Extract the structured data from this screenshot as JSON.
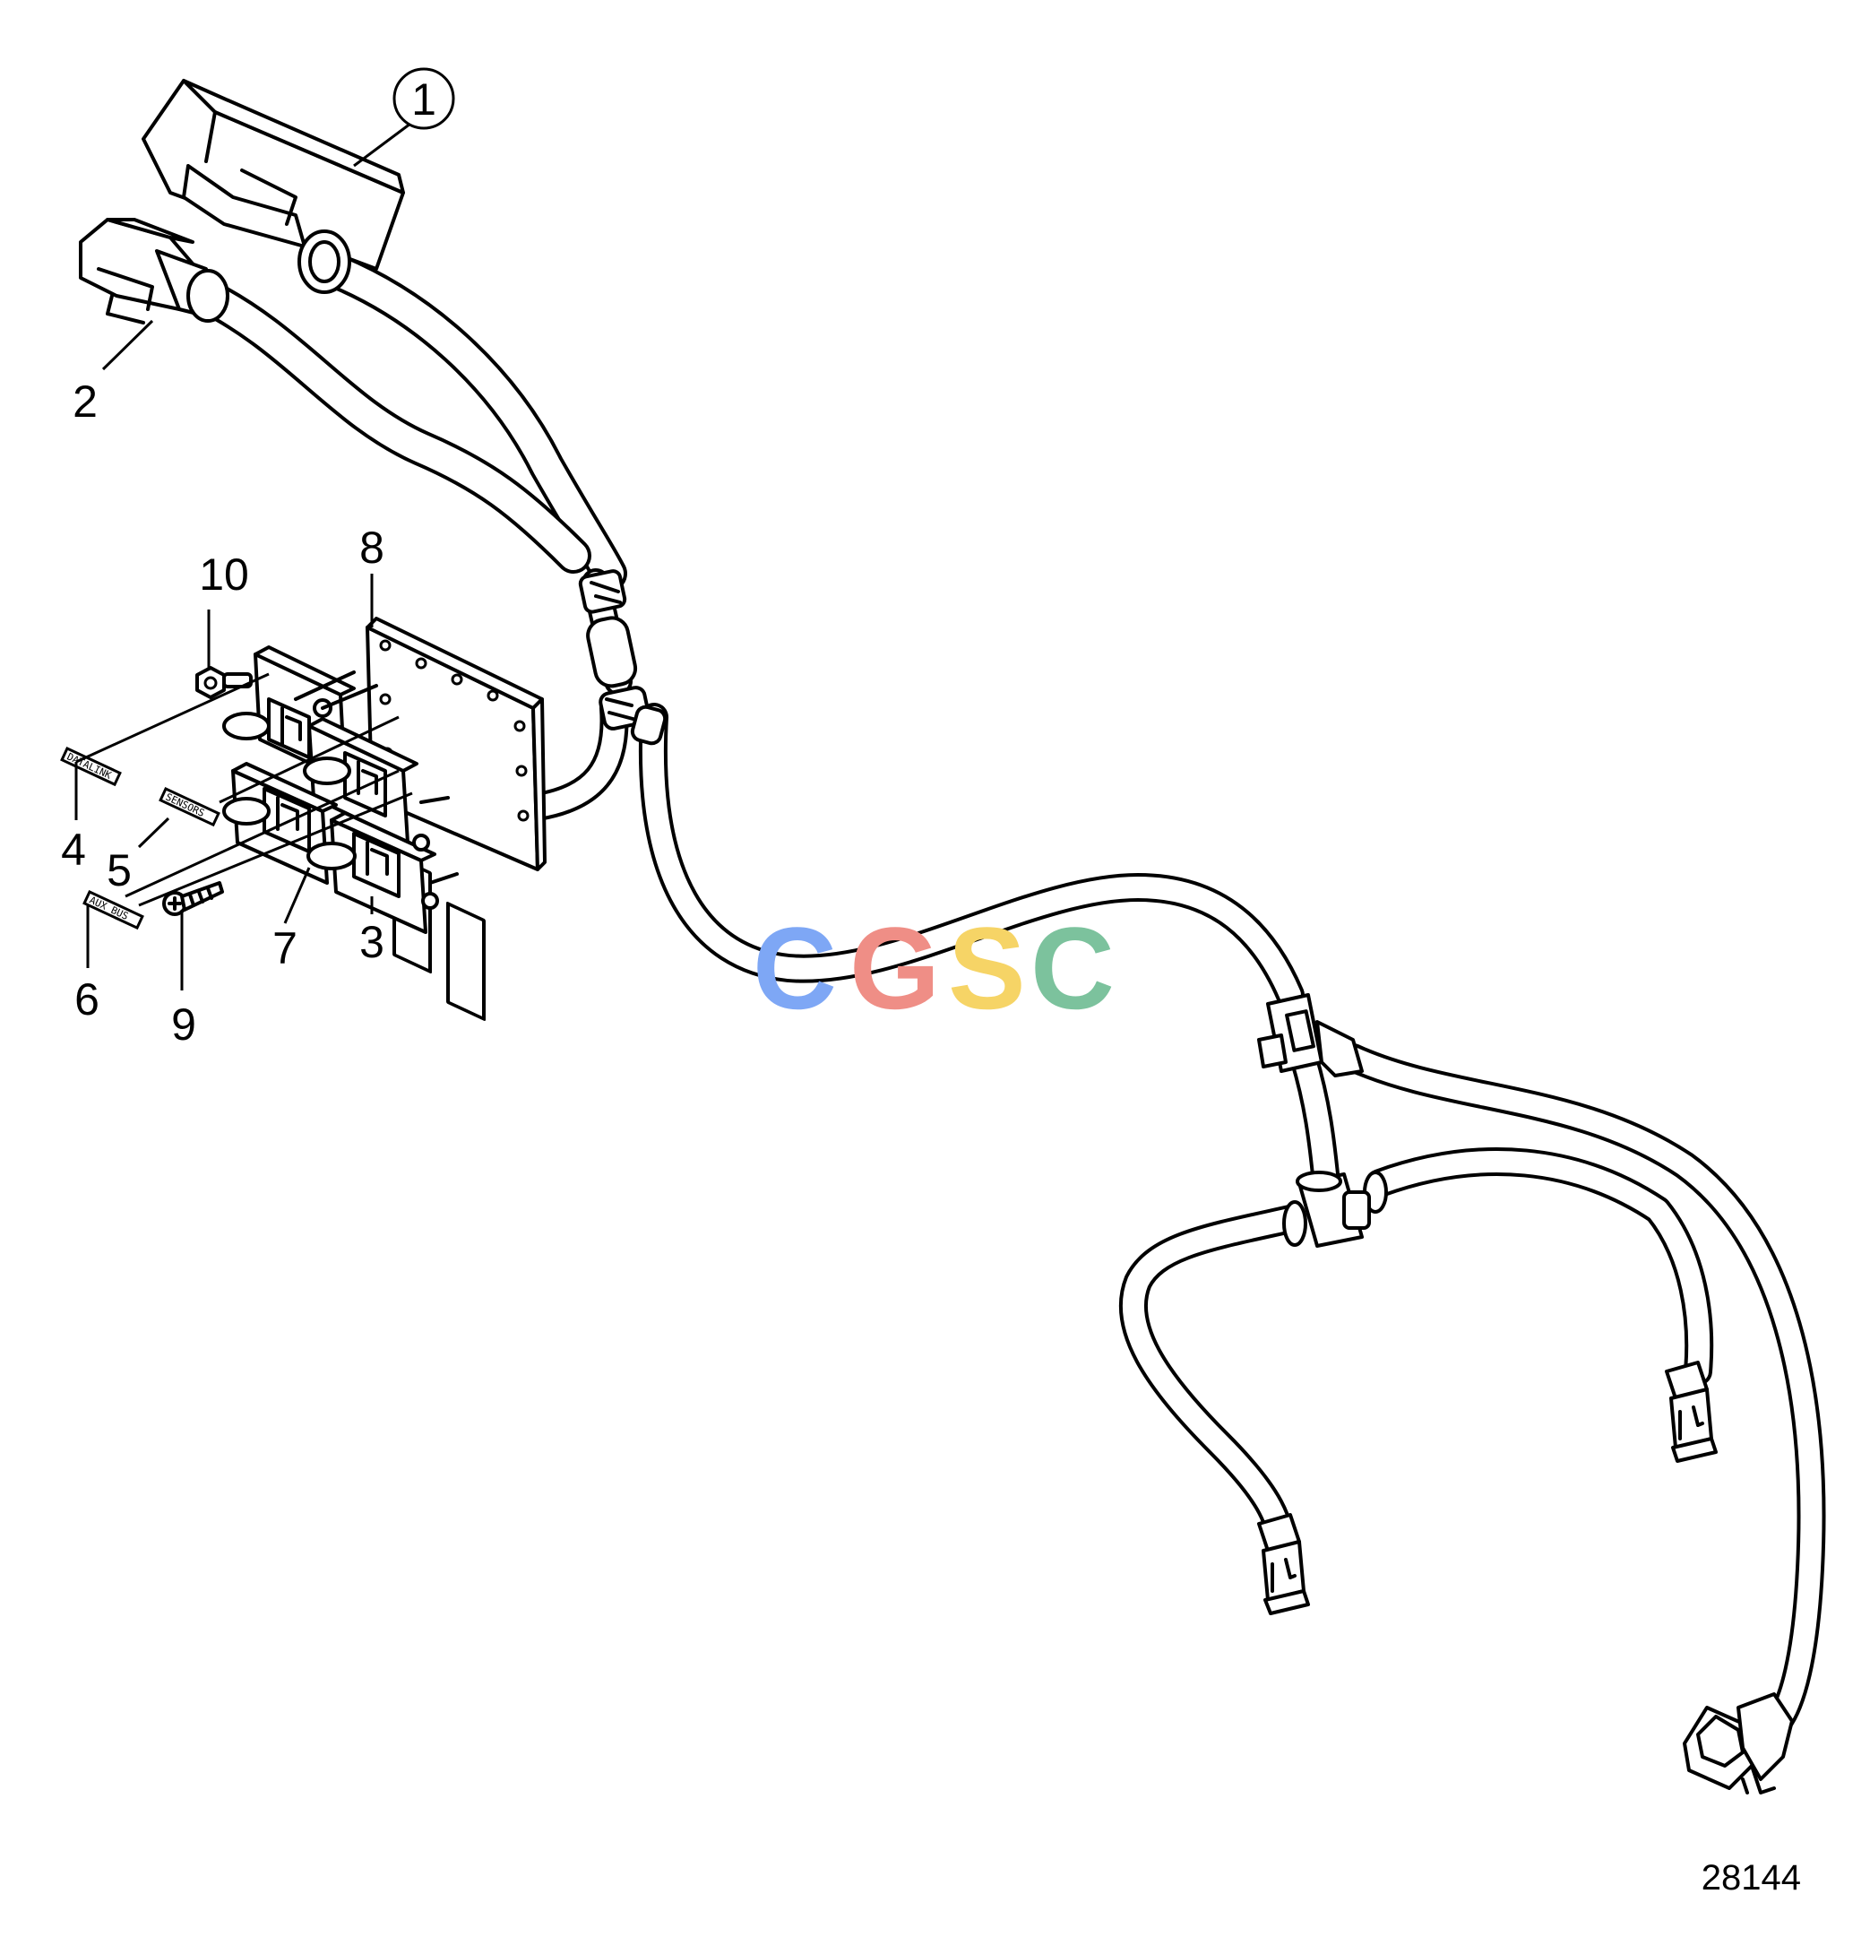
{
  "diagram": {
    "drawing_number": "28144",
    "watermark": {
      "letters": [
        {
          "char": "C",
          "color": "#7ea7f5"
        },
        {
          "char": "G",
          "color": "#ef8e86"
        },
        {
          "char": "S",
          "color": "#f6d466"
        },
        {
          "char": "C",
          "color": "#7cc29d"
        }
      ]
    },
    "callouts": [
      {
        "id": "1",
        "label": "1",
        "circled": true
      },
      {
        "id": "2",
        "label": "2"
      },
      {
        "id": "3",
        "label": "3"
      },
      {
        "id": "4",
        "label": "4"
      },
      {
        "id": "5",
        "label": "5"
      },
      {
        "id": "6",
        "label": "6"
      },
      {
        "id": "7",
        "label": "7"
      },
      {
        "id": "8",
        "label": "8"
      },
      {
        "id": "9",
        "label": "9"
      },
      {
        "id": "10",
        "label": "10"
      }
    ],
    "tags": [
      {
        "id": "4",
        "text": "DATALINK"
      },
      {
        "id": "5",
        "text": "SENSORS"
      },
      {
        "id": "6",
        "text": "AUX BUS"
      }
    ]
  }
}
